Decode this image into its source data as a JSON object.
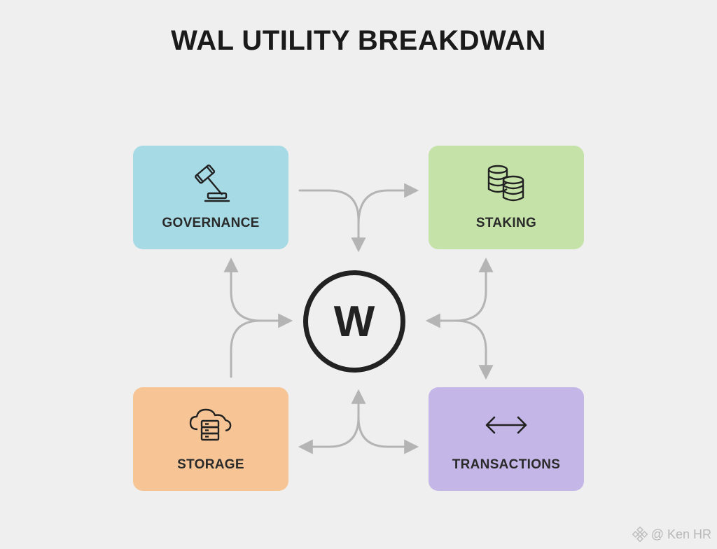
{
  "title": "WAL UTILITY BREAKDWAN",
  "center": {
    "letter": "W",
    "border_color": "#222222"
  },
  "cards": {
    "governance": {
      "label": "GOVERNANCE",
      "icon": "gavel-icon",
      "color": "#a6dbe5"
    },
    "staking": {
      "label": "STAKING",
      "icon": "coin-stack-icon",
      "color": "#c5e2a8"
    },
    "storage": {
      "label": "STORAGE",
      "icon": "cloud-server-icon",
      "color": "#f7c595"
    },
    "transactions": {
      "label": "TRANSACTIONS",
      "icon": "bidirectional-arrow-icon",
      "color": "#c4b7e8"
    }
  },
  "connector_color": "#b4b4b4",
  "watermark": {
    "text": "@ Ken HR",
    "icon": "binance-logo-icon"
  }
}
